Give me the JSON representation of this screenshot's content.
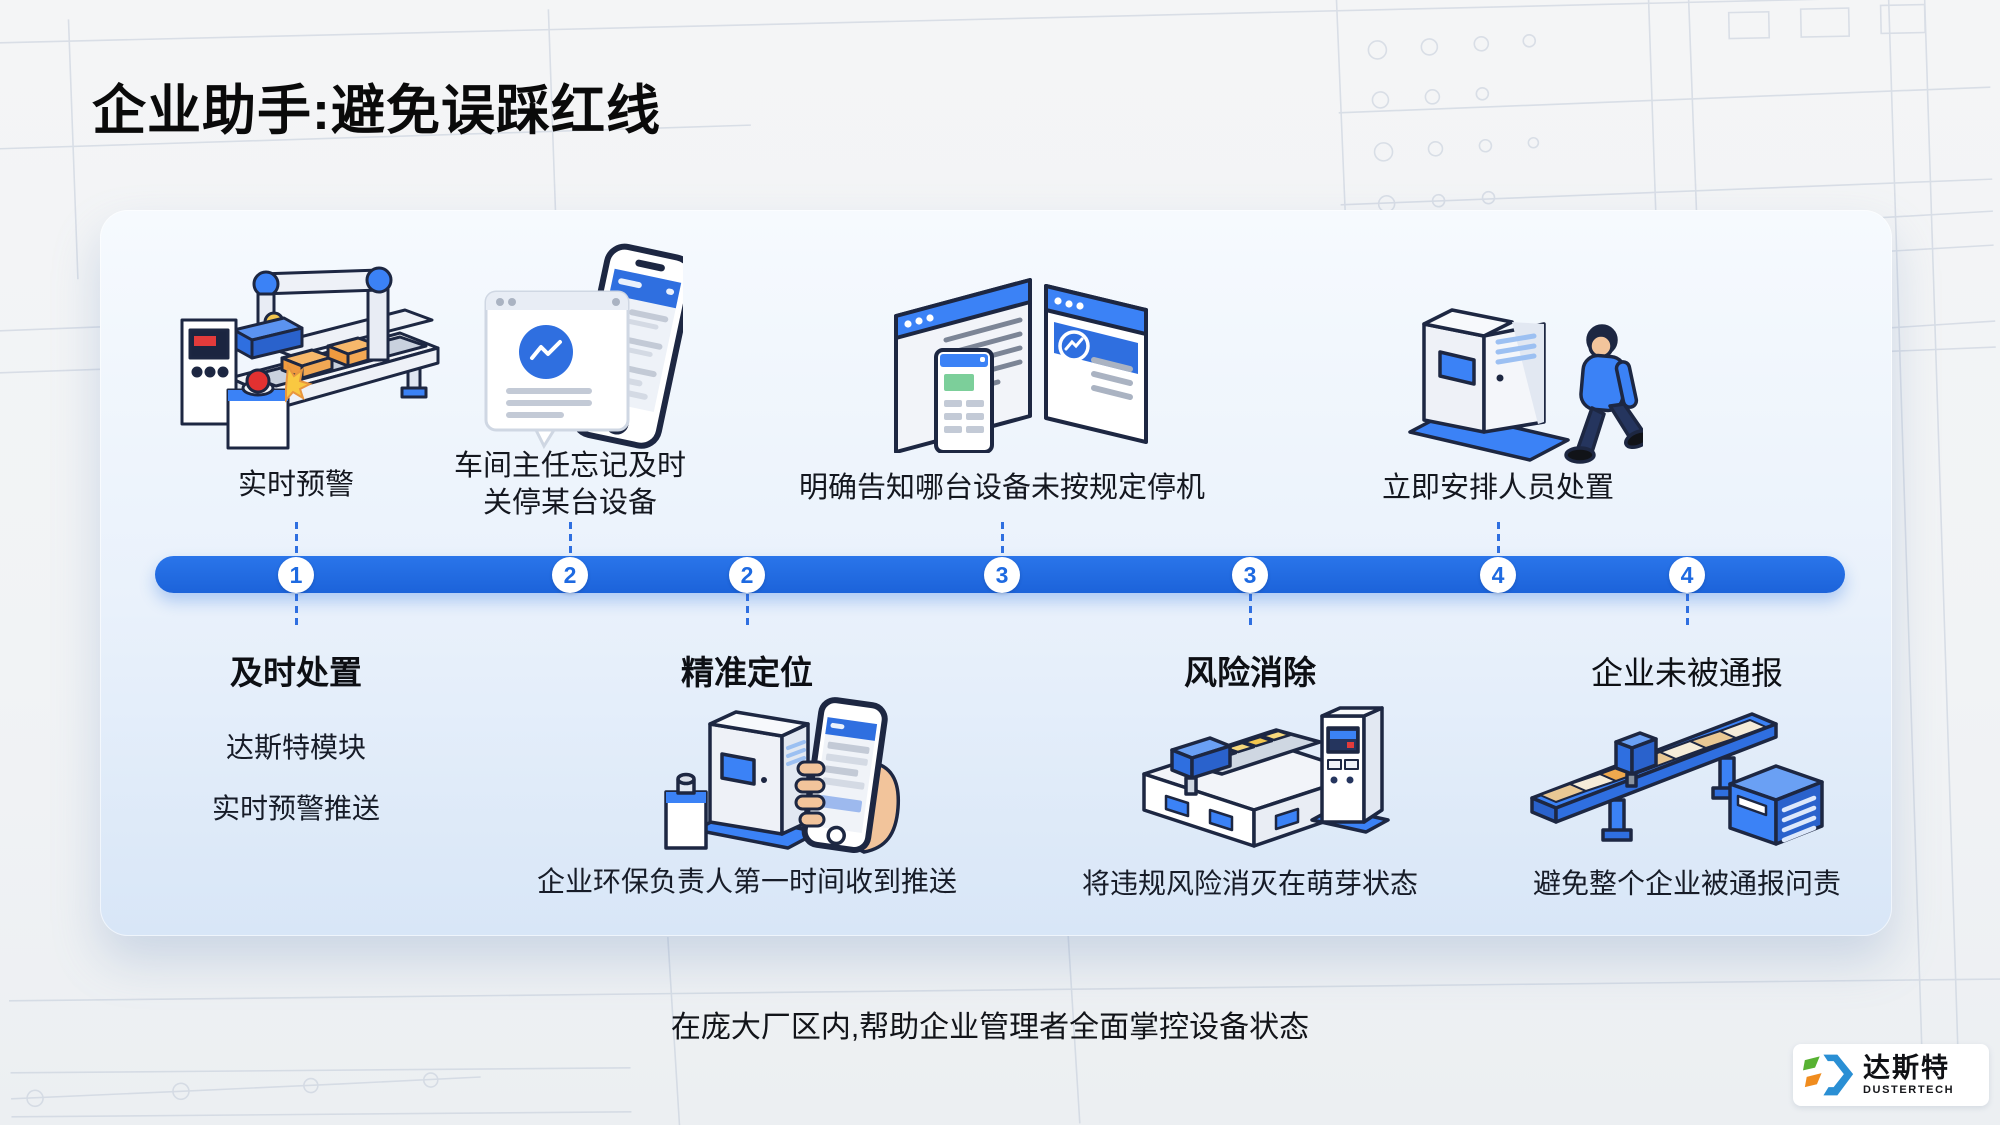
{
  "title": "企业助手:避免误踩红线",
  "colors": {
    "timeline_blue": "#1e6ae1",
    "illustration_blue": "#3b82f6",
    "card_top": "#f6fafe",
    "card_bottom": "#d8e6f7",
    "alert_red": "#e23b3b",
    "item_orange": "#ef9a3f"
  },
  "timeline": {
    "badges": [
      "1",
      "2",
      "2",
      "3",
      "3",
      "4",
      "4"
    ]
  },
  "top_steps": [
    {
      "label": "实时预警",
      "illustration": "factory-line-illustration"
    },
    {
      "label": "车间主任忘记及时\n关停某台设备",
      "illustration": "phone-alert-illustration"
    },
    {
      "label": "明确告知哪台设备未按规定停机",
      "illustration": "browser-windows-illustration"
    },
    {
      "label": "立即安排人员处置",
      "illustration": "cabinets-person-illustration"
    }
  ],
  "bottom_steps": [
    {
      "heading": "及时处置",
      "lines": [
        "达斯特模块",
        "实时预警推送"
      ]
    },
    {
      "heading": "精准定位",
      "caption": "企业环保负责人第一时间收到推送",
      "illustration": "machine-phone-hand-illustration"
    },
    {
      "heading": "风险消除",
      "caption": "将违规风险消灭在萌芽状态",
      "illustration": "inspection-machine-illustration"
    },
    {
      "heading": "企业未被通报",
      "caption": "避免整个企业被通报问责",
      "illustration": "conveyor-server-illustration"
    }
  ],
  "footer": {
    "text": "在庞大厂区内,帮助企业管理者全面掌控设备状态"
  },
  "logo": {
    "name": "达斯特",
    "subtitle": "DUSTERTECH"
  }
}
